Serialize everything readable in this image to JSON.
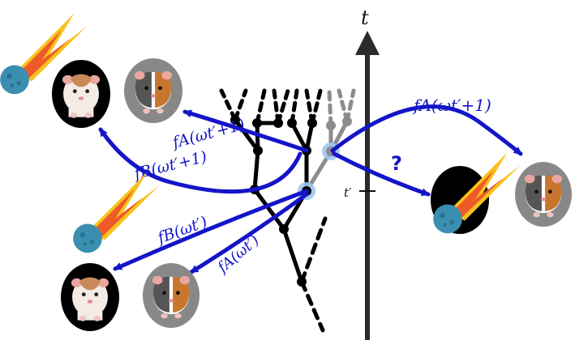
{
  "axis": {
    "label": "t",
    "tick_label": "t′"
  },
  "labels": {
    "fA_top_left": "fA(ωt′+1)",
    "fB_top_left": "fB(ωt′+1)",
    "fB_bottom_left": "fB(ωt′)",
    "fA_bottom_left": "fA(ωt′)",
    "fA_right": "fA(ωt′+1)",
    "question": "?"
  },
  "colors": {
    "arrow": "#1414c8",
    "tree": "#000000",
    "tree_future": "#8c8c8c",
    "node_highlight": "#9cc8f0",
    "comet_rock": "#3a8fb0",
    "comet_flame_outer": "#f7c21a",
    "comet_flame_inner": "#ef5a2a"
  },
  "icons": [
    "comet-icon",
    "guinea-pig-white-icon",
    "guinea-pig-tricolor-icon"
  ]
}
